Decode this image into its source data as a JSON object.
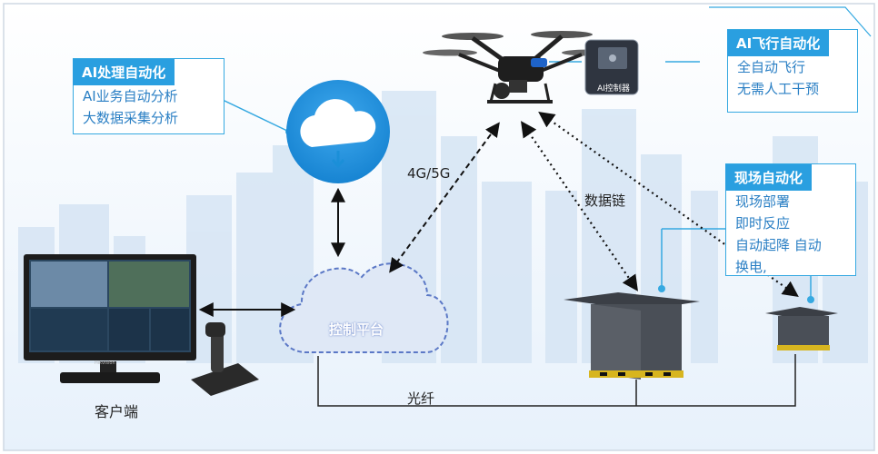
{
  "ai_processing": {
    "title": "AI处理自动化",
    "lines": [
      "AI业务自动分析",
      "大数据采集分析"
    ]
  },
  "ai_flight": {
    "title": "AI飞行自动化",
    "lines": [
      "全自动飞行",
      "无需人工干预"
    ]
  },
  "site_auto": {
    "title": "现场自动化",
    "lines": [
      "现场部署",
      "即时反应",
      "自动起降 自动",
      "换电,"
    ]
  },
  "ai_controller_label": "AI控制器",
  "link_4g5g": "4G/5G",
  "link_datalink": "数据链",
  "control_platform": "控制平台",
  "client_label": "客户端",
  "fiber_label": "光纤",
  "monitor_brand": "Hikvision",
  "colors": {
    "accent": "#2a9fe0",
    "cloud_dark": "#1b8fd8",
    "platform_fill": "#dfe8f6",
    "platform_border": "#5b78c6"
  }
}
